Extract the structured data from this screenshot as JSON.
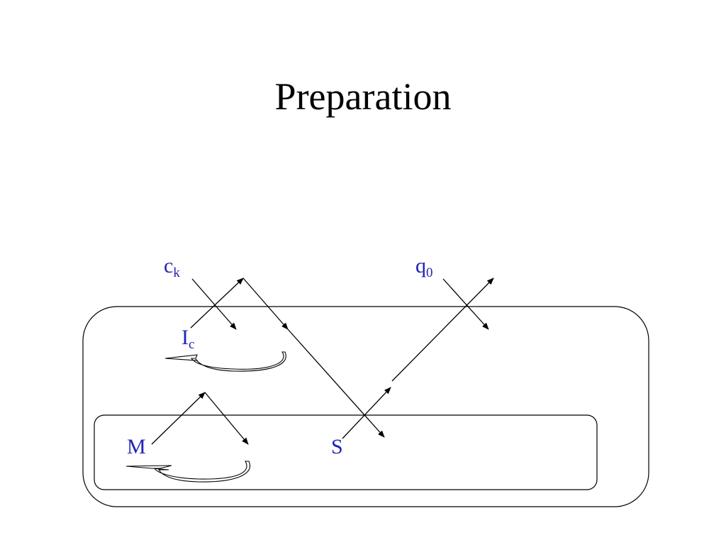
{
  "slide": {
    "title": "Preparation"
  },
  "diagram": {
    "label_color": "#2323b4",
    "line_color": "#000000",
    "labels": {
      "ck": {
        "main": "c",
        "sub": "k"
      },
      "q0": {
        "main": "q",
        "sub": "0"
      },
      "ic": {
        "main": "I",
        "sub": "c"
      },
      "m": {
        "main": "M"
      },
      "s": {
        "main": "S"
      }
    }
  }
}
